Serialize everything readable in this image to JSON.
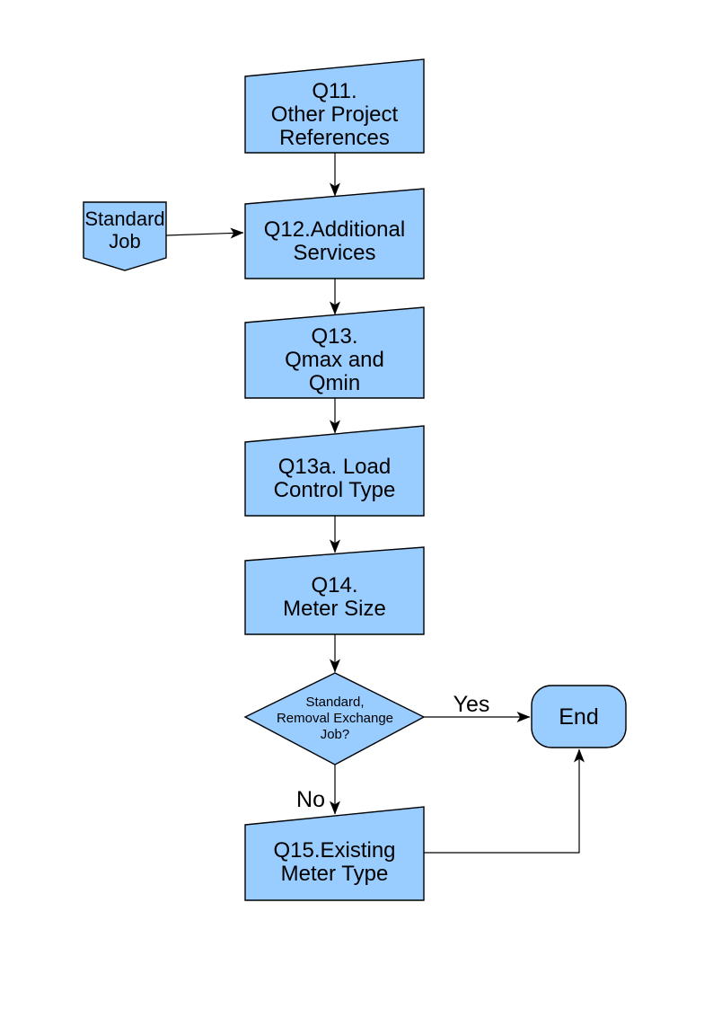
{
  "diagram": {
    "type": "flowchart",
    "colors": {
      "node_fill": "#99CCFF",
      "node_stroke": "#000000",
      "connector": "#000000",
      "text": "#000000",
      "background": "#FFFFFF"
    },
    "nodes": {
      "standard_job": {
        "shape": "off-page-connector",
        "label": "Standard\nJob"
      },
      "q11": {
        "shape": "manual-input",
        "label": "Q11.\nOther Project\nReferences"
      },
      "q12": {
        "shape": "manual-input",
        "label": "Q12.Additional\nServices"
      },
      "q13": {
        "shape": "manual-input",
        "label": "Q13.\nQmax and\nQmin"
      },
      "q13a": {
        "shape": "manual-input",
        "label": "Q13a. Load\nControl Type"
      },
      "q14": {
        "shape": "manual-input",
        "label": "Q14.\nMeter Size"
      },
      "decision": {
        "shape": "decision",
        "label": "Standard,\nRemoval Exchange\nJob?"
      },
      "q15": {
        "shape": "manual-input",
        "label": "Q15.Existing\nMeter Type"
      },
      "end": {
        "shape": "terminator",
        "label": "End"
      }
    },
    "edge_labels": {
      "yes": "Yes",
      "no": "No"
    },
    "edges": [
      {
        "from": "q11",
        "to": "q12"
      },
      {
        "from": "standard_job",
        "to": "q12"
      },
      {
        "from": "q12",
        "to": "q13"
      },
      {
        "from": "q13",
        "to": "q13a"
      },
      {
        "from": "q13a",
        "to": "q14"
      },
      {
        "from": "q14",
        "to": "decision"
      },
      {
        "from": "decision",
        "to": "end",
        "label": "Yes"
      },
      {
        "from": "decision",
        "to": "q15",
        "label": "No"
      },
      {
        "from": "q15",
        "to": "end"
      }
    ]
  }
}
